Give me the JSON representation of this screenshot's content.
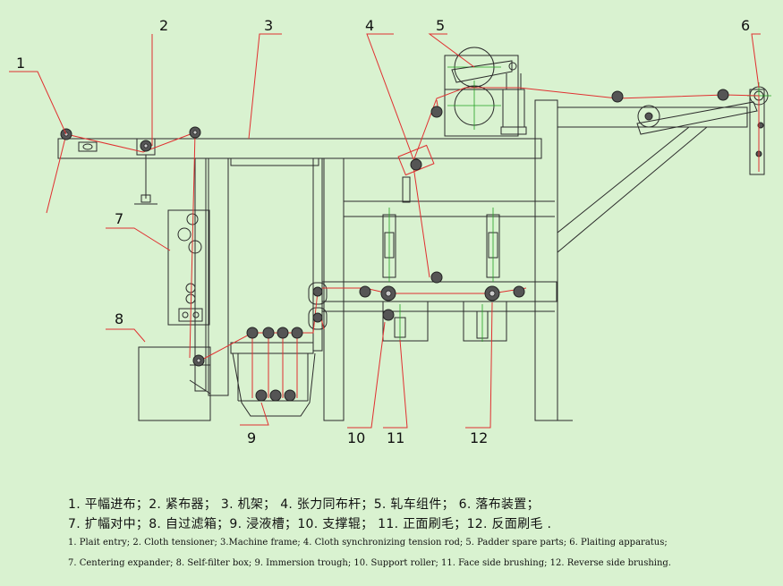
{
  "callouts": [
    "1",
    "2",
    "3",
    "4",
    "5",
    "6",
    "7",
    "8",
    "9",
    "10",
    "11",
    "12"
  ],
  "legend": {
    "cn_line1": "1. 平幅进布；2. 紧布器；   3. 机架；     4. 张力同布杆；5. 轧车组件；   6. 落布装置；",
    "cn_line2": "7. 扩幅对中；8. 自过滤箱；9. 浸液槽；10. 支撑辊；     11. 正面刷毛；12. 反面刷毛 .",
    "en_line1": "1. Plait entry; 2. Cloth tensioner; 3.Machine frame; 4. Cloth synchronizing tension rod; 5. Padder spare parts; 6. Plaiting apparatus;",
    "en_line2": "7. Centering expander; 8. Self-filter box; 9. Immersion trough; 10. Support roller; 11. Face side brushing; 12. Reverse side brushing."
  },
  "colors": {
    "background": "#d9f2d0",
    "leader": "#e03030",
    "frame": "#2b2b2b",
    "centerline": "#22a022"
  }
}
